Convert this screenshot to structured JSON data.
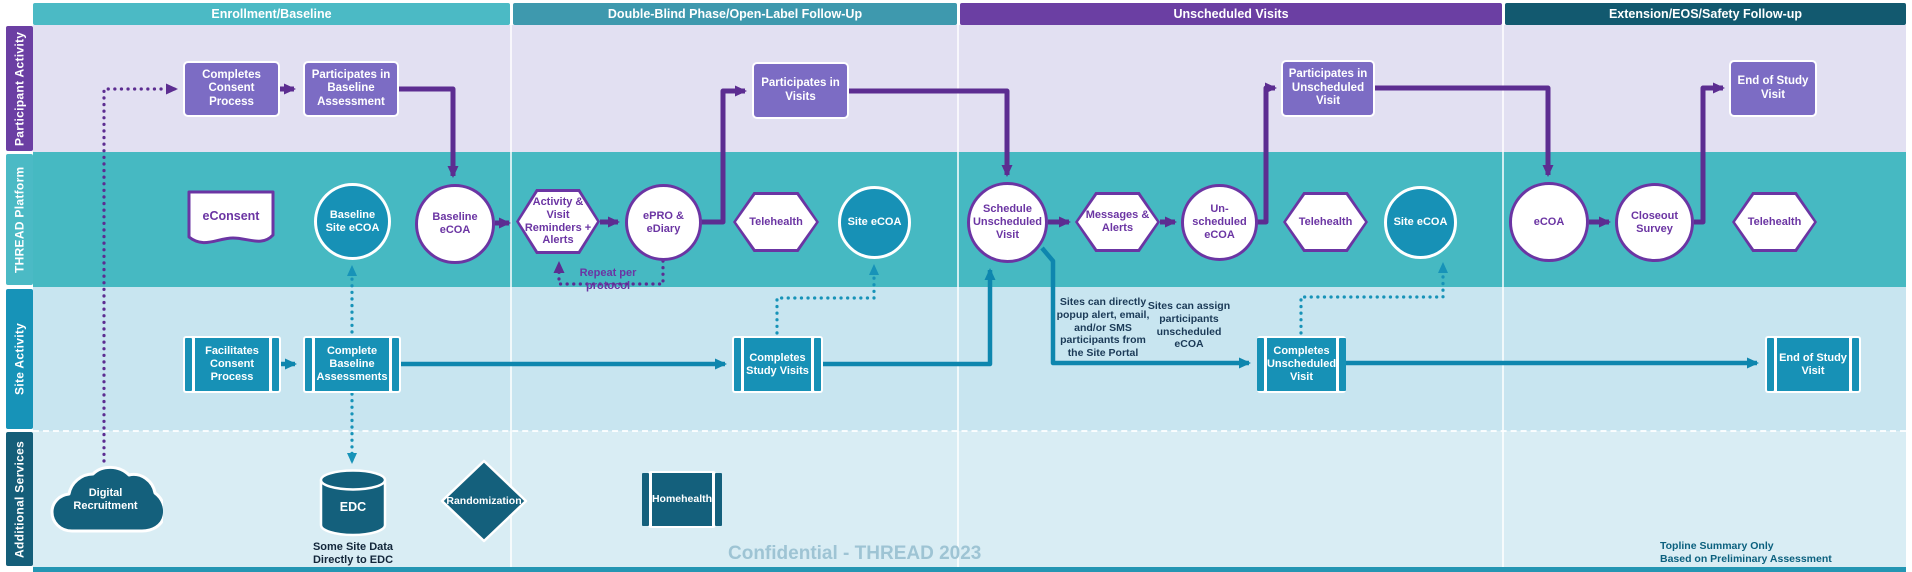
{
  "phases": [
    {
      "label": "Enrollment/Baseline",
      "color": "#4BBAC5"
    },
    {
      "label": "Double-Blind Phase/Open-Label Follow-Up",
      "color": "#3E99AE"
    },
    {
      "label": "Unscheduled Visits",
      "color": "#6B3FA3"
    },
    {
      "label": "Extension/EOS/Safety Follow-up",
      "color": "#12596F"
    }
  ],
  "lanes": [
    {
      "label": "Participant Activity",
      "tab_color": "#6B3FA3",
      "bg_color": "#E2E0F2"
    },
    {
      "label": "THREAD Platform",
      "tab_color": "#4BBAC5",
      "bg_color": "#46B9C2"
    },
    {
      "label": "Site Activity",
      "tab_color": "#1793B8",
      "bg_color": "#C8E5F0"
    },
    {
      "label": "Additional Services",
      "tab_color": "#155E79",
      "bg_color": "#D9EDF4"
    }
  ],
  "nodes": {
    "consent": {
      "label": "Completes\nConsent\nProcess"
    },
    "baseline_assessment": {
      "label": "Participates in\nBaseline\nAssessment"
    },
    "visits": {
      "label": "Participates in\nVisits"
    },
    "unscheduled_visit": {
      "label": "Participates in\nUnscheduled\nVisit"
    },
    "eos_visit": {
      "label": "End of Study\nVisit"
    },
    "econsent": {
      "label": "eConsent"
    },
    "baseline_site_ecoa": {
      "label": "Baseline\nSite eCOA"
    },
    "baseline_ecoa": {
      "label": "Baseline\neCOA"
    },
    "reminders": {
      "label": "Activity &\nVisit\nReminders +\nAlerts"
    },
    "epro": {
      "label": "ePRO &\neDiary"
    },
    "telehealth_db": {
      "label": "Telehealth"
    },
    "site_ecoa_db": {
      "label": "Site eCOA"
    },
    "schedule_unscheduled": {
      "label": "Schedule\nUnscheduled\nVisit"
    },
    "messages": {
      "label": "Messages &\nAlerts"
    },
    "unscheduled_ecoa": {
      "label": "Un-\nscheduled\neCOA"
    },
    "telehealth_uv": {
      "label": "Telehealth"
    },
    "site_ecoa_uv": {
      "label": "Site eCOA"
    },
    "ecoa": {
      "label": "eCOA"
    },
    "closeout": {
      "label": "Closeout\nSurvey"
    },
    "telehealth_ext": {
      "label": "Telehealth"
    },
    "facilitates": {
      "label": "Facilitates\nConsent\nProcess"
    },
    "complete_baseline": {
      "label": "Complete\nBaseline\nAssessments"
    },
    "completes_study": {
      "label": "Completes\nStudy Visits"
    },
    "completes_unscheduled": {
      "label": "Completes\nUnscheduled\nVisit"
    },
    "eos_site": {
      "label": "End of Study\nVisit"
    },
    "digital_recruitment": {
      "label": "Digital\nRecruitment"
    },
    "edc": {
      "label": "EDC"
    },
    "randomization": {
      "label": "Randomization"
    },
    "homehealth": {
      "label": "Homehealth"
    }
  },
  "annotations": {
    "repeat": "Repeat per\nprotocol",
    "sites_popup": "Sites can directly\npopup alert, email,\nand/or SMS\nparticipants from\nthe Site Portal",
    "sites_assign": "Sites can assign\nparticipants\nunscheduled\neCOA",
    "edc_caption": "Some Site Data\nDirectly to EDC",
    "confidential": "Confidential - THREAD 2023",
    "topline": "Topline Summary Only\nBased on Preliminary Assessment"
  },
  "colors": {
    "arrow_purple": "#5C2D91",
    "arrow_teal": "#0E86AE",
    "node_purple": "#7C6CC4",
    "node_teal": "#1791B6",
    "node_dark_teal": "#14607C",
    "shape_border_purple": "#6B35A3",
    "confidential_text": "#9EC4D4",
    "topline_text": "#0B607E"
  }
}
